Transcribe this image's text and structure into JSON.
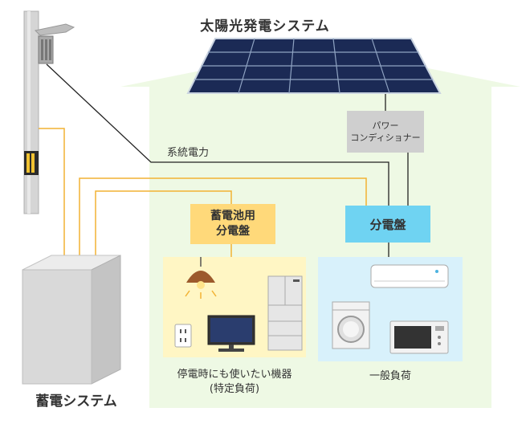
{
  "title": "太陽光発電システム",
  "grid_power_label": "系統電力",
  "power_conditioner": {
    "line1": "パワー",
    "line2": "コンディショナー"
  },
  "main_panel_label": "分電盤",
  "battery_panel": {
    "line1": "蓄電池用",
    "line2": "分電盤"
  },
  "backup_caption": {
    "line1": "停電時にも使いたい機器",
    "line2": "(特定負荷)"
  },
  "general_caption": "一般負荷",
  "battery_system_label": "蓄電システム",
  "colors": {
    "house_bg": "#eef9e4",
    "solar_panel": "#1b2a55",
    "wire_orange": "#f2b233",
    "wire_black": "#222222",
    "pcs_box": "#cfcfcf",
    "main_panel": "#6fd3f2",
    "battery_panel": "#ffd97a",
    "backup_area": "#fff6c4",
    "general_area": "#d8f1fb",
    "battery_unit": "#d9d9d9"
  }
}
